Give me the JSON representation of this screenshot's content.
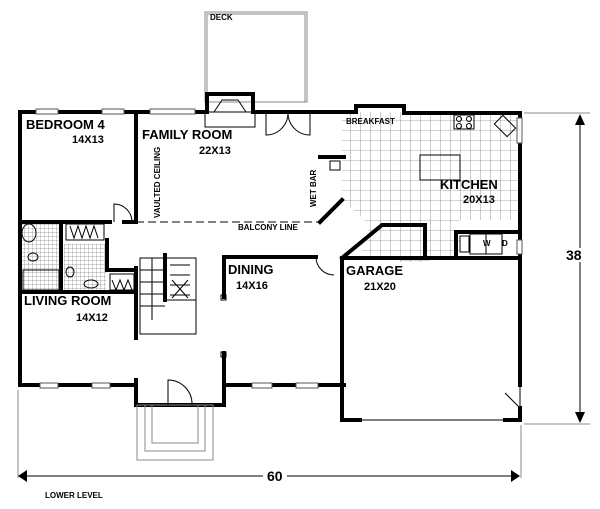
{
  "plan": {
    "level_label": "LOWER LEVEL",
    "width_dimension": "60",
    "depth_dimension": "38",
    "rooms": [
      {
        "name": "BEDROOM 4",
        "size": "14X13"
      },
      {
        "name": "FAMILY ROOM",
        "size": "22X13"
      },
      {
        "name": "KITCHEN",
        "size": "20X13"
      },
      {
        "name": "DINING",
        "size": "14X16"
      },
      {
        "name": "LIVING ROOM",
        "size": "14X12"
      },
      {
        "name": "GARAGE",
        "size": "21X20"
      }
    ],
    "annotations": {
      "deck": "DECK",
      "breakfast": "BREAKFAST",
      "vaulted_ceiling": "VAULTED CEILING",
      "wet_bar": "WET BAR",
      "balcony_line": "BALCONY LINE",
      "washer": "W",
      "dryer": "D"
    },
    "colors": {
      "wall": "#000000",
      "line": "#888888",
      "background": "#ffffff"
    }
  }
}
